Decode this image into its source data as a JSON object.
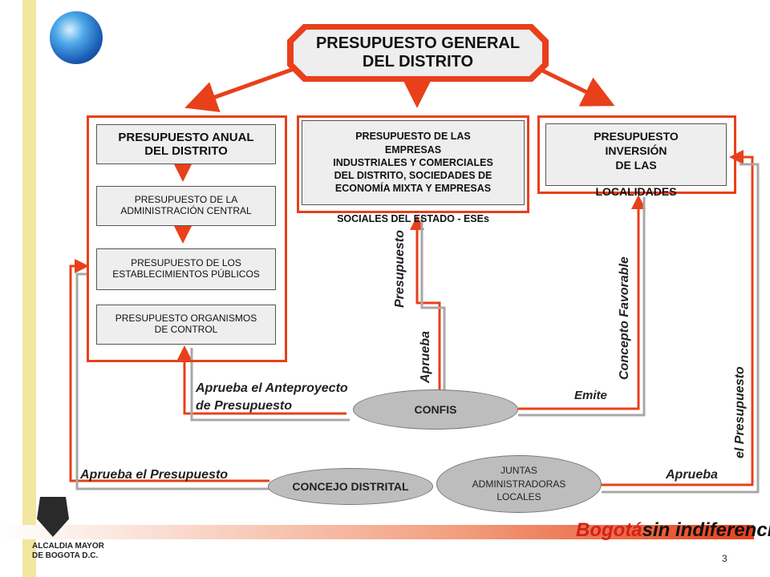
{
  "main_title": {
    "line1": "PRESUPUESTO GENERAL",
    "line2": "DEL DISTRITO"
  },
  "anual": {
    "title_line1": "PRESUPUESTO ANUAL",
    "title_line2": "DEL DISTRITO",
    "admin": {
      "line1": "PRESUPUESTO DE LA",
      "line2": "ADMINISTRACIÓN CENTRAL"
    },
    "establecimientos": {
      "line1": "PRESUPUESTO DE LOS",
      "line2": "ESTABLECIMIENTOS PÚBLICOS"
    },
    "control": {
      "line1": "PRESUPUESTO ORGANISMOS",
      "line2": "DE CONTROL"
    }
  },
  "empresas": {
    "line1": "PRESUPUESTO DE LAS",
    "line2": "EMPRESAS",
    "line3": "INDUSTRIALES Y COMERCIALES",
    "line4": "DEL DISTRITO, SOCIEDADES DE",
    "line5": "ECONOMÍA MIXTA Y EMPRESAS",
    "line6": "SOCIALES DEL ESTADO - ESEs"
  },
  "localidades": {
    "line1": "PRESUPUESTO",
    "line2": "INVERSIÓN",
    "line3": "DE LAS",
    "line4": "LOCALIDADES"
  },
  "confis": "CONFIS",
  "concejo": "CONCEJO DISTRITAL",
  "juntas": {
    "line1": "JUNTAS",
    "line2": "ADMINISTRADORAS",
    "line3": "LOCALES"
  },
  "labels": {
    "presupuesto": "Presupuesto",
    "aprueba_v": "Aprueba",
    "concepto": "Concepto Favorable",
    "emite": "Emite",
    "anteproyecto1": "Aprueba el Anteproyecto",
    "anteproyecto2": "de Presupuesto",
    "aprueba_presupuesto": "Aprueba el Presupuesto",
    "aprueba_right": "Aprueba",
    "el_presupuesto": "el Presupuesto"
  },
  "footer": {
    "alcaldia1": "ALCALDIA MAYOR",
    "alcaldia2": "DE BOGOTA D.C.",
    "brand1": "Bogotá",
    "brand2": "sin indiferencia",
    "page": "3"
  },
  "colors": {
    "accent": "#e8401a",
    "gray_line": "#a8a8a8",
    "box_fill": "#eeeeee",
    "ellipse_fill": "#bdbdbd",
    "side_bar": "#f3e6a0"
  }
}
